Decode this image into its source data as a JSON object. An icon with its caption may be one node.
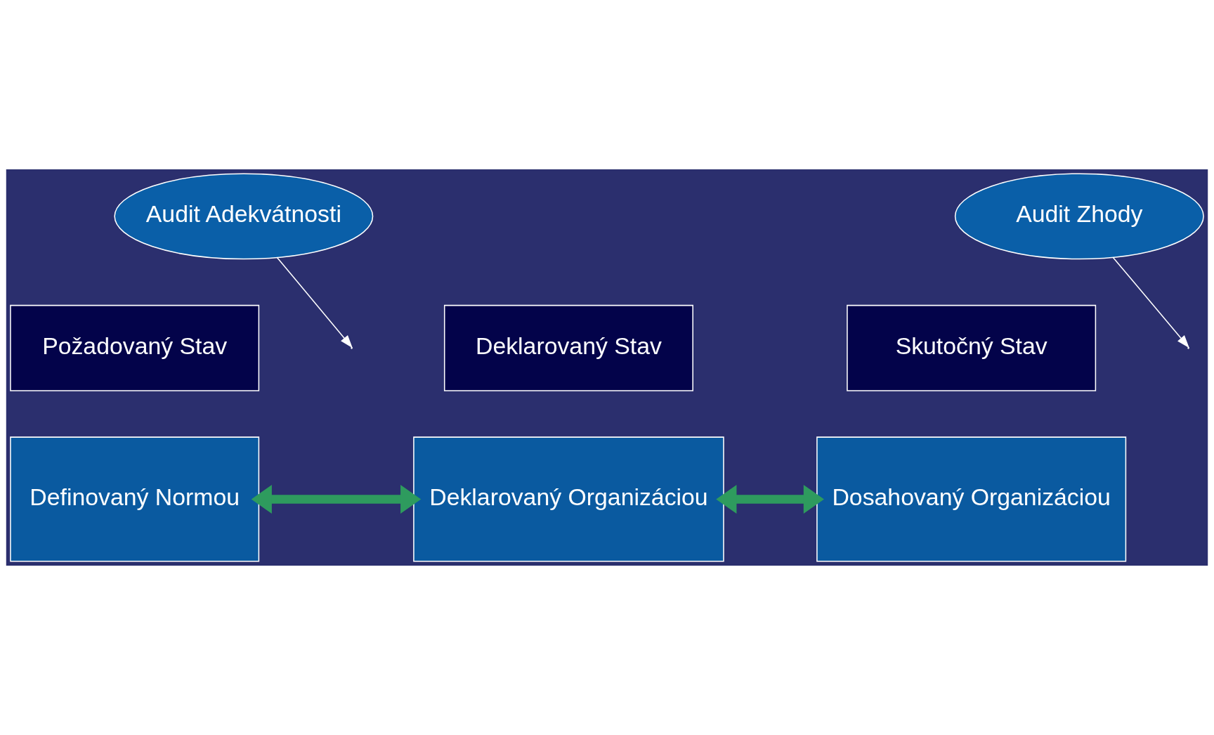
{
  "diagram": {
    "nodes": [
      {
        "text": [
          "Audit Adekvátnosti"
        ]
      },
      {
        "text": [
          "Audit Zhody"
        ]
      },
      {
        "text": [
          "Požadovaný Stav"
        ]
      },
      {
        "text": [
          "Deklarovaný Stav"
        ]
      },
      {
        "text": [
          "Skutočný Stav"
        ]
      },
      {
        "text": [
          "Definovaný Normou"
        ]
      },
      {
        "text": [
          "Deklarovaný Organizáciou"
        ]
      },
      {
        "text": [
          "Dosahovaný Organizáciou"
        ]
      }
    ],
    "edges": [
      {
        "from": 5,
        "to": 6,
        "arrow": "both",
        "style": "thick",
        "color": "#2e9b5e"
      },
      {
        "from": 6,
        "to": 7,
        "arrow": "both",
        "style": "thick",
        "color": "#2e9b5e"
      },
      {
        "from": 0,
        "to": null,
        "arrow": "to",
        "color": "#ffffff"
      },
      {
        "from": 1,
        "to": null,
        "arrow": "to",
        "color": "#ffffff"
      }
    ]
  }
}
